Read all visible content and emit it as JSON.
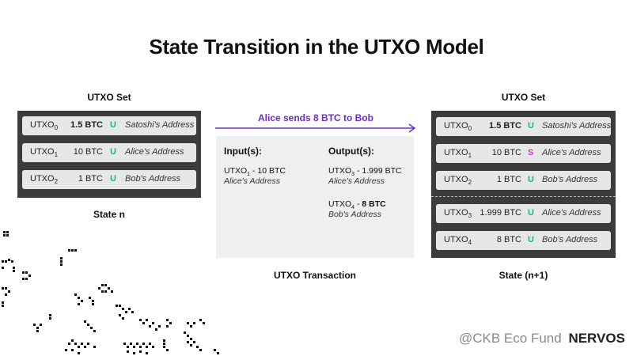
{
  "title": "State Transition in the UTXO Model",
  "left": {
    "heading": "UTXO Set",
    "caption": "State n",
    "rows": [
      {
        "utxo": "UTXO",
        "sub": "0",
        "amount": "1.5 BTC",
        "bold": true,
        "flag": "U",
        "address": "Satoshi's Address"
      },
      {
        "utxo": "UTXO",
        "sub": "1",
        "amount": "10 BTC",
        "bold": false,
        "flag": "U",
        "address": "Alice's Address"
      },
      {
        "utxo": "UTXO",
        "sub": "2",
        "amount": "1 BTC",
        "bold": false,
        "flag": "U",
        "address": "Bob's Address"
      }
    ]
  },
  "arrow": {
    "label": "Alice sends 8 BTC to Bob"
  },
  "transaction": {
    "caption": "UTXO Transaction",
    "inputs_header": "Input(s):",
    "outputs_header": "Output(s):",
    "input_utxo": "UTXO",
    "input_sub": "1",
    "input_amount": " - 10 BTC",
    "input_address": "Alice's Address",
    "output1_utxo": "UTXO",
    "output1_sub": "3",
    "output1_amount": " - 1.999 BTC",
    "output1_address": "Alice's Address",
    "output2_utxo": "UTXO",
    "output2_sub": "4",
    "output2_dash": " - ",
    "output2_amount": "8 BTC",
    "output2_address": "Bob's Address"
  },
  "right": {
    "heading": "UTXO Set",
    "caption": "State (n+1)",
    "rows": [
      {
        "utxo": "UTXO",
        "sub": "0",
        "amount": "1.5 BTC",
        "bold": true,
        "flag": "U",
        "address": "Satoshi's Address"
      },
      {
        "utxo": "UTXO",
        "sub": "1",
        "amount": "10 BTC",
        "bold": false,
        "flag": "S",
        "address": "Alice's Address"
      },
      {
        "utxo": "UTXO",
        "sub": "2",
        "amount": "1 BTC",
        "bold": false,
        "flag": "U",
        "address": "Bob's Address"
      },
      {
        "utxo": "UTXO",
        "sub": "3",
        "amount": "1.999 BTC",
        "bold": false,
        "flag": "U",
        "address": "Alice's Address"
      },
      {
        "utxo": "UTXO",
        "sub": "4",
        "amount": "8 BTC",
        "bold": false,
        "flag": "U",
        "address": "Bob's Address"
      }
    ]
  },
  "watermark": {
    "handle": "@CKB Eco Fund",
    "brand": "NERVOS"
  },
  "colors": {
    "panel": "#3c3c3c",
    "row": "#e6e8e8",
    "unspent": "#19b38b",
    "spent": "#d436c4",
    "arrow": "#6a2ad8",
    "tx_box": "#eef0f0"
  }
}
